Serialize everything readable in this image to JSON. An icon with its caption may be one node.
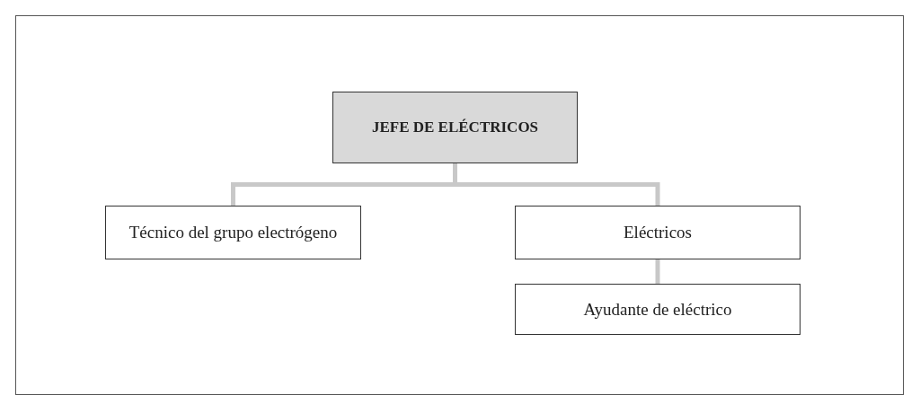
{
  "diagram": {
    "nodes": [
      {
        "text": [
          "JEFE DE ELÉCTRICOS"
        ]
      },
      {
        "text": [
          "Técnico del grupo electrógeno"
        ]
      },
      {
        "text": [
          "Eléctricos"
        ]
      },
      {
        "text": [
          "Ayudante de eléctrico"
        ]
      }
    ],
    "edges": [
      {
        "from": 0,
        "to": 1,
        "arrow": "none"
      },
      {
        "from": 0,
        "to": 2,
        "arrow": "none"
      },
      {
        "from": 2,
        "to": 3,
        "arrow": "none"
      }
    ]
  }
}
